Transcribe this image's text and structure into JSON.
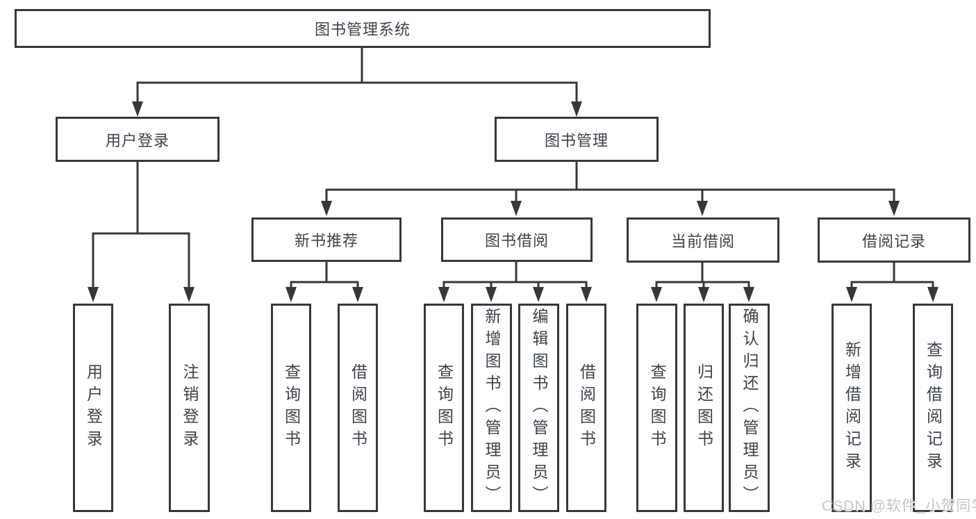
{
  "nodes": {
    "root": "图书管理系统",
    "level2": {
      "user_login": "用户登录",
      "book_mgmt": "图书管理"
    },
    "level3": {
      "new_books": "新书推荐",
      "book_borrow": "图书借阅",
      "current_borrow": "当前借阅",
      "borrow_records": "借阅记录"
    },
    "leaves": {
      "login": [
        "用户登录",
        "注销登录"
      ],
      "new_books": [
        "查询图书",
        "借阅图书"
      ],
      "book_borrow": [
        "查询图书",
        "新增图书（管理员）",
        "编辑图书（管理员）",
        "借阅图书"
      ],
      "current_borrow": [
        "查询图书",
        "归还图书",
        "确认归还（管理员）"
      ],
      "borrow_records": [
        "新增借阅记录",
        "查询借阅记录"
      ]
    }
  },
  "watermark": "CSDN @软件_小贺同学",
  "colors": {
    "line": "#373737",
    "border": "#383838",
    "text": "#3d434b",
    "watermark": "#c6c6c6"
  }
}
